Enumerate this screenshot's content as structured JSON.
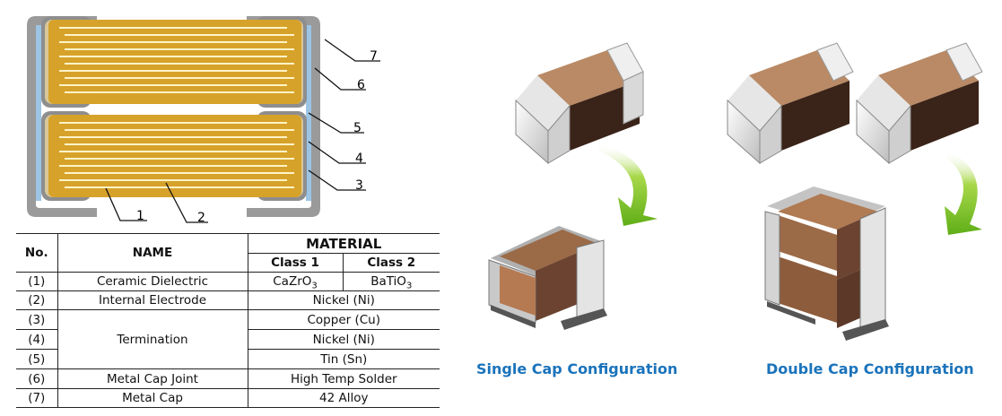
{
  "callouts": [
    "1",
    "2",
    "3",
    "4",
    "5",
    "6",
    "7"
  ],
  "table": {
    "headers": {
      "no": "No.",
      "name": "NAME",
      "material": "MATERIAL",
      "class1": "Class 1",
      "class2": "Class 2"
    },
    "rows": {
      "r1": {
        "no": "(1)",
        "name": "Ceramic Dielectric",
        "class1_main": "CaZrO",
        "class1_sub": "3",
        "class2_main": "BaTiO",
        "class2_sub": "3"
      },
      "r2": {
        "no": "(2)",
        "name": "Internal Electrode",
        "material": "Nickel (Ni)"
      },
      "r3": {
        "no": "(3)",
        "material": "Copper (Cu)"
      },
      "r4": {
        "no": "(4)",
        "material": "Nickel (Ni)"
      },
      "r5": {
        "no": "(5)",
        "material": "Tin (Sn)"
      },
      "termination": "Termination",
      "r6": {
        "no": "(6)",
        "name": "Metal Cap Joint",
        "material": "High Temp Solder"
      },
      "r7": {
        "no": "(7)",
        "name": "Metal Cap",
        "material": "42 Alloy"
      }
    }
  },
  "captions": {
    "single": "Single Cap Configuration",
    "double": "Double Cap Configuration"
  },
  "colors": {
    "ceramic": "#d7a22a",
    "electrode": "#fff4c8",
    "cap": "#9a9a9a",
    "caption": "#1a73bb",
    "arrow": "#7cc22a",
    "chip_body": "#9b6a47"
  }
}
